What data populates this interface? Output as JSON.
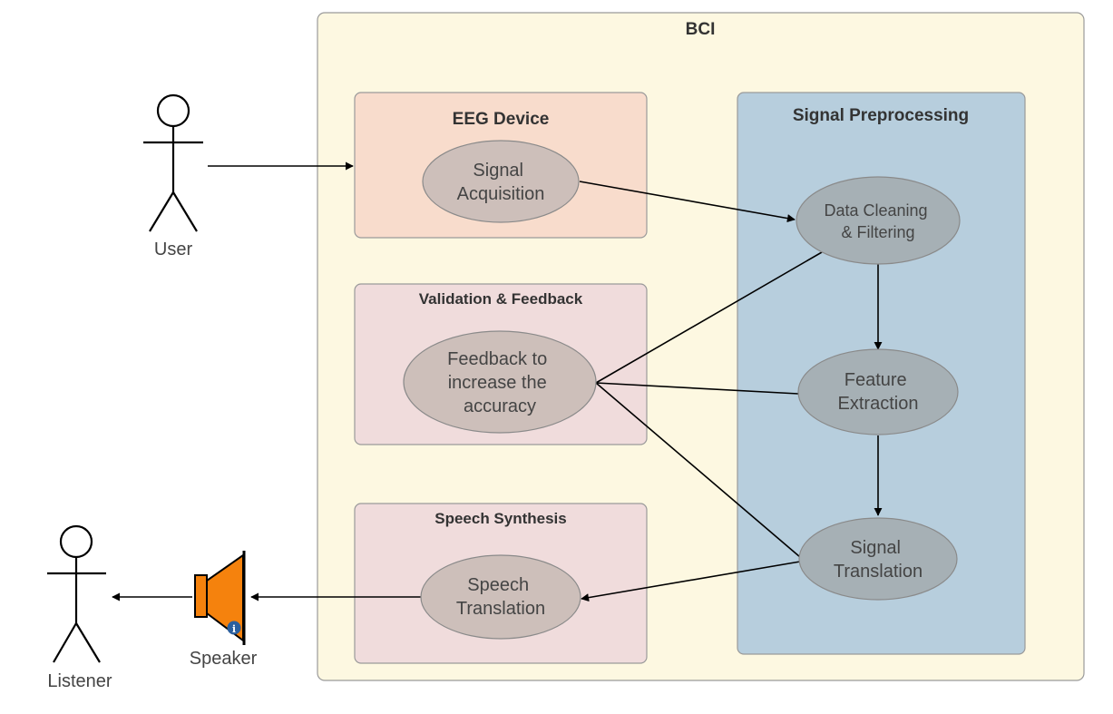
{
  "bci": {
    "title": "BCI"
  },
  "actors": {
    "user": "User",
    "listener": "Listener",
    "speaker": "Speaker"
  },
  "groups": {
    "eeg": "EEG Device",
    "validation": "Validation & Feedback",
    "speech": "Speech Synthesis",
    "preprocessing": "Signal Preprocessing"
  },
  "usecases": {
    "signal_acquisition": [
      "Signal",
      "Acquisition"
    ],
    "feedback": [
      "Feedback to",
      "increase the",
      "accuracy"
    ],
    "speech_translation": [
      "Speech",
      "Translation"
    ],
    "data_cleaning": [
      "Data Cleaning",
      "& Filtering"
    ],
    "feature_extraction": [
      "Feature",
      "Extraction"
    ],
    "signal_translation": [
      "Signal",
      "Translation"
    ]
  },
  "colors": {
    "bci_fill": "#fdf8e1",
    "eeg_fill": "#f8dccc",
    "validation_fill": "#f0dcdc",
    "speech_fill": "#f0dcdc",
    "preprocessing_fill": "#b7cedd",
    "ellipse_fill_light": "#cdbfba",
    "ellipse_fill_dark": "#a6b0b5",
    "speaker": "#f5820d",
    "info_badge": "#2b5f9e"
  }
}
